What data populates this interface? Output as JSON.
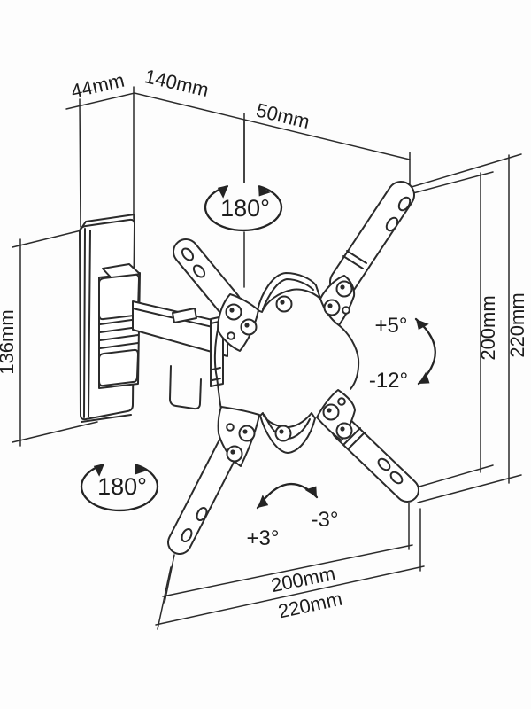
{
  "figure": {
    "type": "technical-line-diagram",
    "subject": "Articulating TV wall mount bracket with swivel arm and VESA plate",
    "colors": {
      "background": "#fdfdfd",
      "line": "#2b2b2b",
      "text": "#1c1c1c"
    }
  },
  "dimensions": {
    "top_depth": "44mm",
    "top_arm": "140mm",
    "top_offset": "50mm",
    "left_height": "136mm",
    "right_inner_height": "200mm",
    "right_outer_height": "220mm",
    "bottom_inner_width": "200mm",
    "bottom_outer_width": "220mm"
  },
  "angles": {
    "swivel_top": "180°",
    "swivel_bottom": "180°",
    "tilt_up": "+5°",
    "tilt_down": "-12°",
    "pan_positive": "+3°",
    "pan_negative": "-3°"
  },
  "icons": {
    "swivel_arc": "curved-double-arrow-ellipse",
    "tilt_arc": "curved-double-arrow-vertical",
    "pan_arc": "curved-double-arrow-horizontal"
  }
}
